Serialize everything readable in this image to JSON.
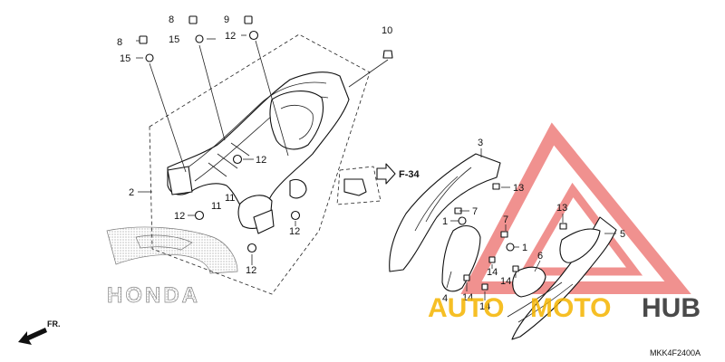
{
  "diagram": {
    "callouts": [
      {
        "id": "c-8a",
        "label": "8"
      },
      {
        "id": "c-9",
        "label": "9"
      },
      {
        "id": "c-15a",
        "label": "15"
      },
      {
        "id": "c-12a",
        "label": "12"
      },
      {
        "id": "c-8b",
        "label": "8"
      },
      {
        "id": "c-15b",
        "label": "15"
      },
      {
        "id": "c-10",
        "label": "10"
      },
      {
        "id": "c-12b",
        "label": "12"
      },
      {
        "id": "c-2",
        "label": "2"
      },
      {
        "id": "c-11a",
        "label": "11"
      },
      {
        "id": "c-11b",
        "label": "11"
      },
      {
        "id": "c-12c",
        "label": "12"
      },
      {
        "id": "c-12d",
        "label": "12"
      },
      {
        "id": "c-12e",
        "label": "12"
      },
      {
        "id": "c-3",
        "label": "3"
      },
      {
        "id": "c-13a",
        "label": "13"
      },
      {
        "id": "c-7a",
        "label": "7"
      },
      {
        "id": "c-1a",
        "label": "1"
      },
      {
        "id": "c-7b",
        "label": "7"
      },
      {
        "id": "c-13b",
        "label": "13"
      },
      {
        "id": "c-5",
        "label": "5"
      },
      {
        "id": "c-1b",
        "label": "1"
      },
      {
        "id": "c-6",
        "label": "6"
      },
      {
        "id": "c-14a",
        "label": "14"
      },
      {
        "id": "c-14b",
        "label": "14"
      },
      {
        "id": "c-14c",
        "label": "14"
      },
      {
        "id": "c-14d",
        "label": "14"
      },
      {
        "id": "c-4",
        "label": "4"
      }
    ],
    "reference": "F-34",
    "direction_label": "FR.",
    "brand_mark": "HONDA",
    "diagram_code": "MKK4F2400A"
  },
  "watermark": {
    "text_left": "AUTO",
    "text_mid": "MOTO",
    "text_right": "HUB",
    "color_red": "#e53935",
    "color_orange": "#f5b400",
    "color_dark": "#2b2b2b"
  }
}
